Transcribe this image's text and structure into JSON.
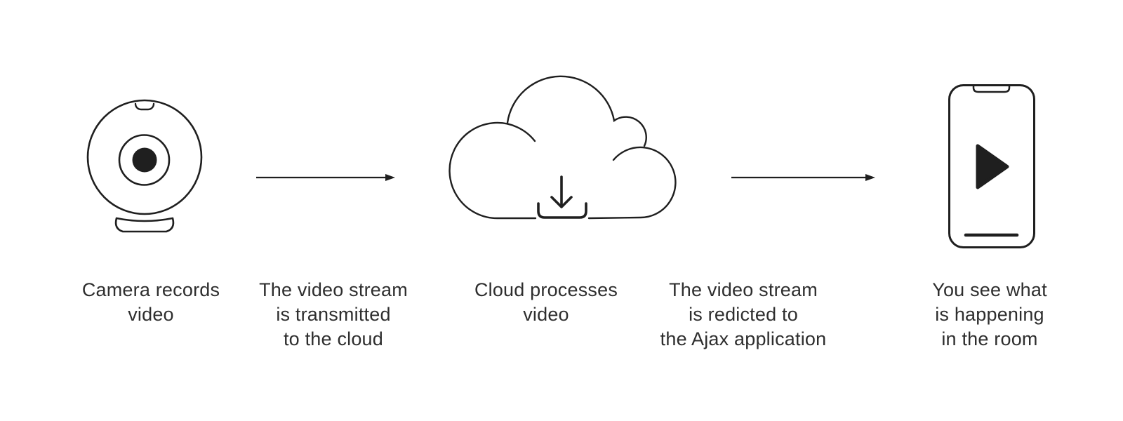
{
  "colors": {
    "background": "#ffffff",
    "icon_stroke": "#1f1f1f",
    "text": "#2e2e2e"
  },
  "steps": [
    {
      "name": "camera",
      "icon": "webcam-icon",
      "lines": [
        "Camera records",
        "video"
      ]
    },
    {
      "name": "transmit-arrow",
      "icon": "arrow-right-icon",
      "lines": [
        "The video stream",
        "is transmitted",
        "to the cloud"
      ]
    },
    {
      "name": "cloud",
      "icon": "cloud-download-icon",
      "lines": [
        "Cloud processes",
        "video"
      ]
    },
    {
      "name": "redirect-arrow",
      "icon": "arrow-right-icon",
      "lines": [
        "The video stream",
        "is redicted to",
        "the Ajax application"
      ]
    },
    {
      "name": "phone",
      "icon": "smartphone-play-icon",
      "lines": [
        "You see what",
        "is happening",
        "in the room"
      ]
    }
  ]
}
